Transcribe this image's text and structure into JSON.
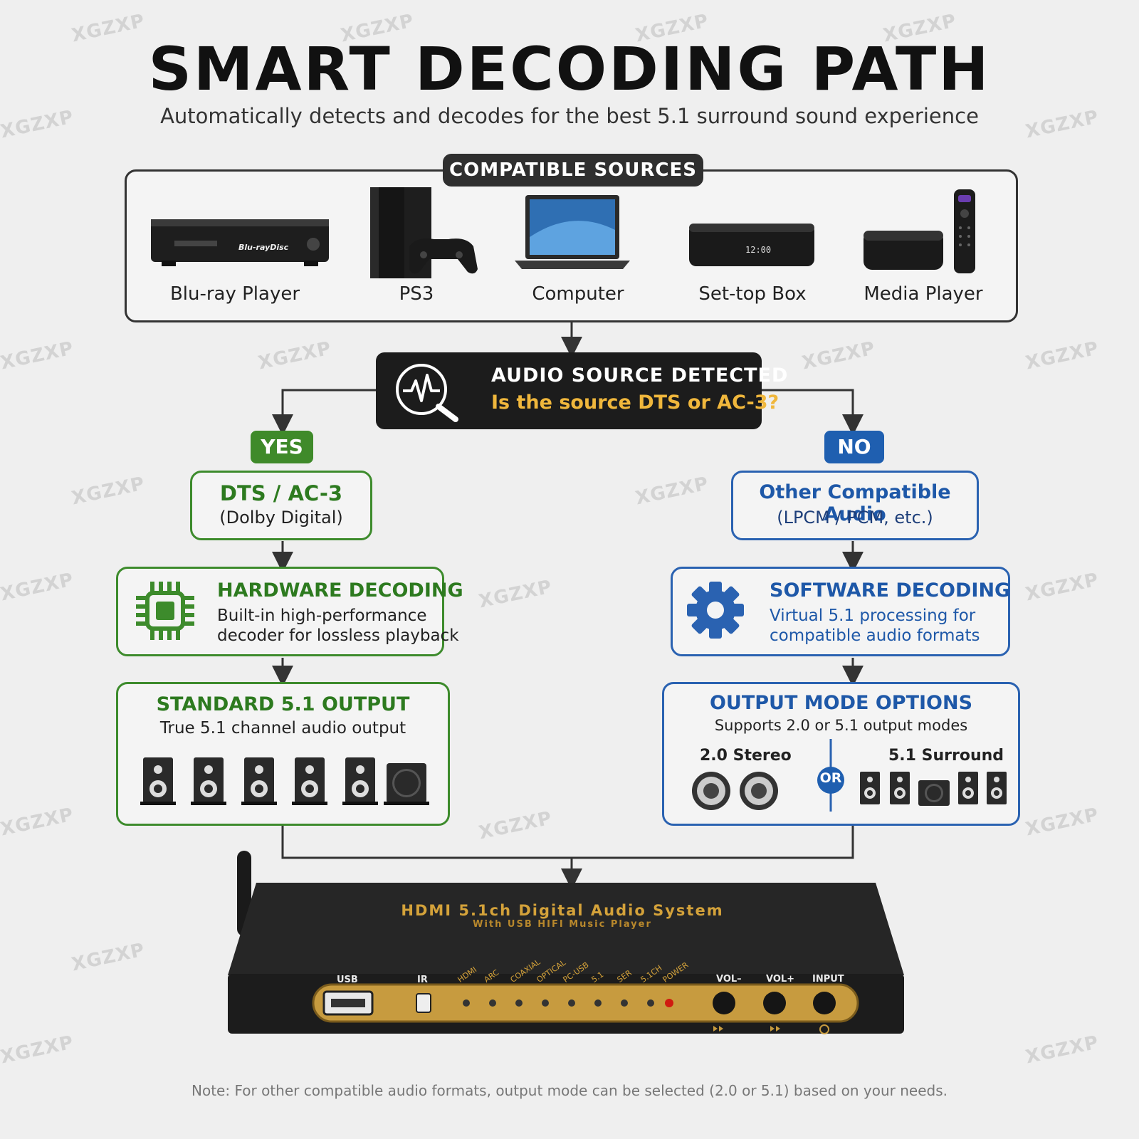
{
  "title": "SMART DECODING PATH",
  "subtitle": "Automatically detects and decodes for the best 5.1 surround sound experience",
  "sources": {
    "header": "COMPATIBLE SOURCES",
    "items": [
      {
        "label": "Blu-ray Player",
        "icon": "blu-ray-player-icon",
        "brand": "Blu-rayDisc"
      },
      {
        "label": "PS3",
        "icon": "ps3-console-icon"
      },
      {
        "label": "Computer",
        "icon": "laptop-icon"
      },
      {
        "label": "Set-top Box",
        "icon": "set-top-box-icon",
        "display": "12:00"
      },
      {
        "label": "Media Player",
        "icon": "media-player-icon"
      }
    ]
  },
  "detect": {
    "title": "AUDIO SOURCE DETECTED",
    "question": "Is the source DTS or AC-3?",
    "icon": "waveform-magnifier-icon"
  },
  "yes_branch": {
    "tag": "YES",
    "format_title": "DTS / AC-3",
    "format_sub": "(Dolby Digital)",
    "decoding_title": "HARDWARE DECODING",
    "decoding_line1": "Built-in high-performance",
    "decoding_line2": "decoder for lossless playback",
    "decoding_icon": "chip-icon",
    "output_title": "STANDARD 5.1 OUTPUT",
    "output_sub": "True 5.1 channel audio output"
  },
  "no_branch": {
    "tag": "NO",
    "format_title": "Other Compatible Audio",
    "format_sub": "(LPCM / PCM, etc.)",
    "decoding_title": "SOFTWARE DECODING",
    "decoding_line1": "Virtual 5.1 processing for",
    "decoding_line2": "compatible audio formats",
    "decoding_icon": "gear-icon",
    "output_title": "OUTPUT MODE OPTIONS",
    "output_sub": "Supports 2.0 or 5.1 output modes",
    "stereo_label": "2.0 Stereo",
    "or_label": "OR",
    "surround_label": "5.1 Surround"
  },
  "device": {
    "title": "HDMI 5.1ch Digital Audio System",
    "subtitle": "With USB HIFI Music Player",
    "usb": "USB",
    "ir": "IR",
    "indicators": [
      "HDMI",
      "ARC",
      "COAXIAL",
      "OPTICAL",
      "PC-USB",
      "5.1",
      "SER",
      "5.1CH",
      "POWER"
    ],
    "vol_down": "VOL–",
    "vol_up": "VOL+",
    "input": "INPUT"
  },
  "footnote": "Note: For other compatible audio formats, output mode can be selected (2.0 or 5.1) based on your needs.",
  "watermark": "XGZXP",
  "colors": {
    "green": "#3d8b2c",
    "blue": "#2a62b1",
    "gold": "#d4a23a",
    "dark": "#1c1c1c"
  }
}
